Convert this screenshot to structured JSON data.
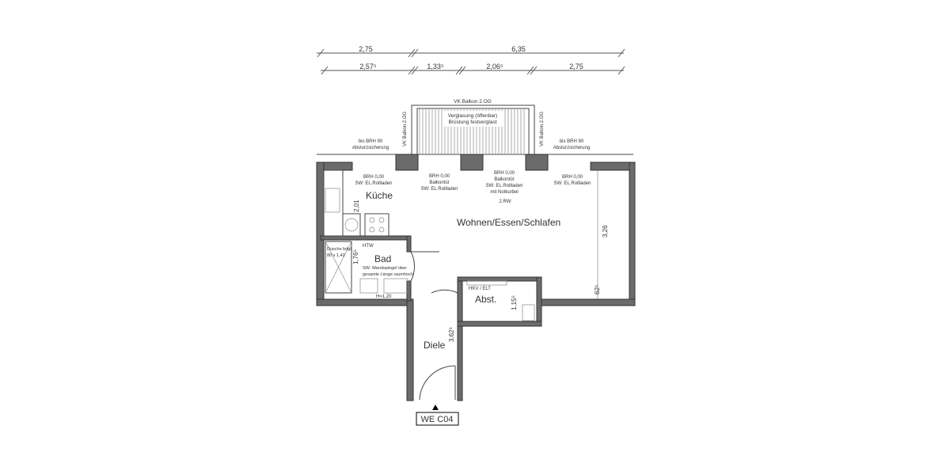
{
  "dimensions": {
    "top_row": [
      "2,75",
      "6,35"
    ],
    "second_row": [
      "2,57⁵",
      "1,33⁵",
      "2,06⁵",
      "2,75"
    ],
    "kitchen_depth": "2,01",
    "living_depth": "3,26",
    "living_small": "62⁵",
    "bath_depth": "1,76⁵",
    "storage_depth": "1,15⁵",
    "hall_depth": "3,62⁵"
  },
  "balcony": {
    "label": "VK Balkon 2.OG",
    "glazing": [
      "Verglasung (öffenbar)",
      "Brüstung festverglast"
    ],
    "side_left": "VK Balkon 2.OG",
    "side_right": "VK Balkon 2.OG"
  },
  "annotations": {
    "fall_left": [
      "bis BRH 90",
      "Absturzsicherung"
    ],
    "fall_right": [
      "bis BRH 90",
      "Absturzsicherung"
    ],
    "win1": [
      "BRH 0,00",
      "SW: EL.Rollladen"
    ],
    "win2": [
      "BRH 0,00",
      "Balkontür",
      "SW: EL.Rollladen"
    ],
    "win3": [
      "BRH 0,00",
      "Balkontür",
      "SW: EL.Rollladen",
      "mit Notkurbel"
    ],
    "win4": [
      "BRH 0,00",
      "SW: EL.Rollladen"
    ],
    "rw": "2.RW",
    "htw": "HTW",
    "shower": [
      "Dusche bdgl.",
      "80 x 1,42"
    ],
    "mirror": [
      "SW: Wandspiegel über",
      "gesamte Länge raumhoch"
    ],
    "h120": "H=1,20",
    "hkv": "HKV / ELT"
  },
  "rooms": {
    "kitchen": "Küche",
    "living": "Wohnen/Essen/Schlafen",
    "bath": "Bad",
    "storage": "Abst.",
    "hall": "Diele"
  },
  "unit_label": "WE C04"
}
